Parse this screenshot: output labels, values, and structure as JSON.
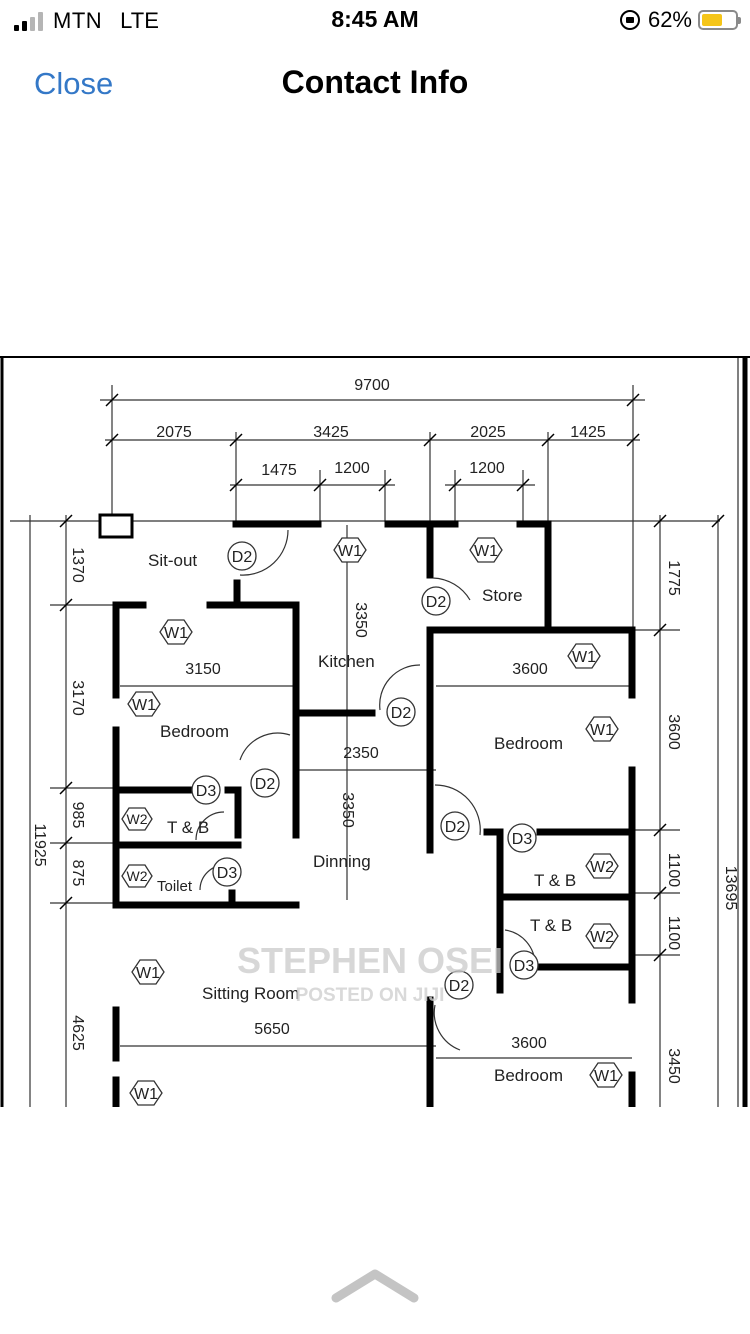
{
  "status_bar": {
    "carrier": "MTN",
    "network": "LTE",
    "time": "8:45 AM",
    "battery_percent": "62%",
    "battery_level": 0.62,
    "battery_color": "#f5c518",
    "signal_bars": 2,
    "icons": [
      "signal-icon",
      "rotation-lock-icon",
      "battery-icon"
    ]
  },
  "nav": {
    "close_label": "Close",
    "title": "Contact Info",
    "accent_color": "#3478c7"
  },
  "image": {
    "watermark": "STEPHEN OSEI",
    "watermark_sub": "POSTED ON JIJI",
    "dimensions": {
      "overall_width": "9700",
      "top_segments": [
        "2075",
        "3425",
        "2025",
        "1425"
      ],
      "sub_segments": [
        "1475",
        "1200",
        "1200"
      ],
      "left_side": [
        "1370",
        "3170",
        "985",
        "875",
        "4625"
      ],
      "left_total": "11925",
      "right_side": [
        "1775",
        "3600",
        "1100",
        "1100",
        "3450"
      ],
      "right_total": "13695",
      "interior": [
        "3150",
        "3600",
        "3350",
        "2350",
        "3350",
        "5650",
        "3600"
      ]
    },
    "rooms": {
      "sitout": "Sit-out",
      "store": "Store",
      "kitchen": "Kitchen",
      "bedroom_left": "Bedroom",
      "bedroom_right_top": "Bedroom",
      "tb_left": "T & B",
      "toilet": "Toilet",
      "dining": "Dinning",
      "tb_right_1": "T & B",
      "tb_right_2": "T & B",
      "sitting_room": "Sitting Room",
      "bedroom_right_bottom": "Bedroom"
    },
    "tags": {
      "w1": "W1",
      "w2": "W2",
      "d2": "D2",
      "d3": "D3"
    }
  }
}
